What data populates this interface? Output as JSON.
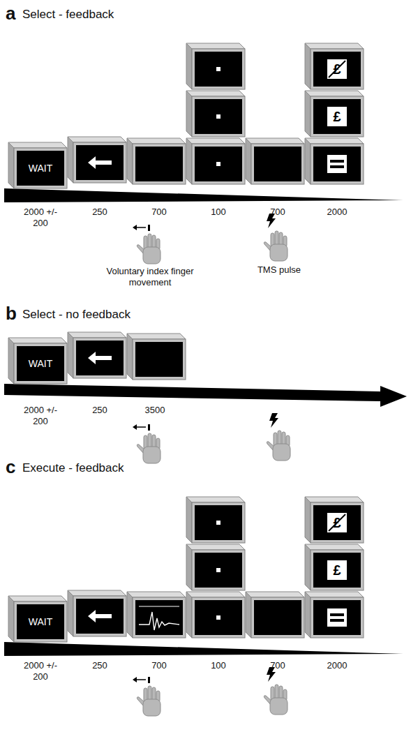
{
  "diagram": {
    "nodes": [
      {
        "text": [
          "WAIT"
        ]
      },
      {
        "text": [
          "£"
        ]
      },
      {
        "text": [
          "£"
        ]
      },
      {
        "text": [
          "WAIT"
        ]
      },
      {
        "text": [
          "WAIT"
        ]
      },
      {
        "text": [
          "£"
        ]
      },
      {
        "text": [
          "£"
        ]
      }
    ],
    "labels": [
      "a",
      "Select - feedback",
      "2000 +/- 200",
      "250",
      "700",
      "100",
      "700",
      "2000",
      "Voluntary index finger movement",
      "TMS pulse",
      "b",
      "Select - no feedback",
      "2000 +/- 200",
      "250",
      "3500",
      "c",
      "Execute - feedback",
      "2000 +/- 200",
      "250",
      "700",
      "100",
      "700",
      "2000"
    ]
  }
}
